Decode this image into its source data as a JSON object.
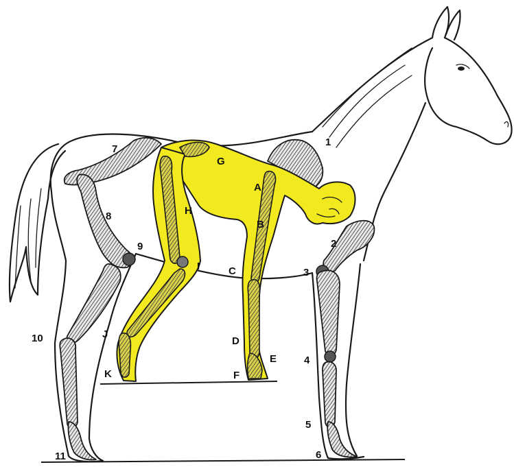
{
  "labels": {
    "horse": [
      "1",
      "2",
      "3",
      "4",
      "5",
      "6",
      "7",
      "8",
      "9",
      "10",
      "11"
    ],
    "human": [
      "A",
      "B",
      "C",
      "D",
      "E",
      "F",
      "G",
      "H",
      "I",
      "J",
      "K"
    ]
  },
  "colors": {
    "human_fill": "#f2ea1e",
    "outline": "#1a1a1a",
    "background": "#ffffff"
  }
}
